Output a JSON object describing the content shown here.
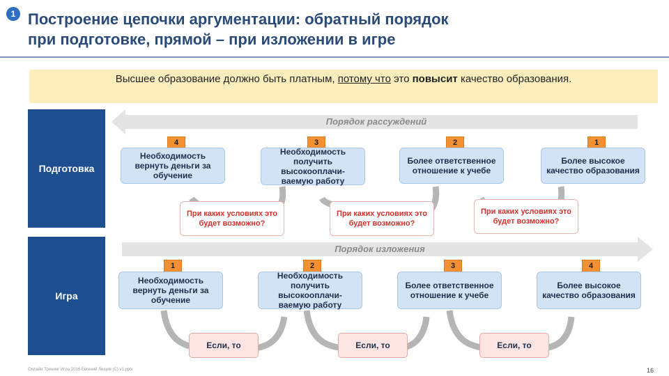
{
  "slide": {
    "badge": "1",
    "title_line1": "Построение цепочки аргументации: обратный порядок",
    "title_line2": "при подготовке, прямой – при изложении в игре",
    "thesis": {
      "part1": "Высшее образование должно быть платным, ",
      "underlined": "потому что",
      "part2": " это ",
      "bold": "повысит",
      "part3": "  качество образования."
    },
    "prep_label": "Подготовка",
    "game_label": "Игра",
    "prep_order": "Порядок рассуждений",
    "game_order": "Порядок изложения",
    "prep_steps": [
      {
        "num": "4",
        "text": "Необходимость вернуть деньги за обучение"
      },
      {
        "num": "3",
        "text": "Необходимость получить высокооплачи-ваемую работу"
      },
      {
        "num": "2",
        "text": "Более ответственное отношение к учебе"
      },
      {
        "num": "1",
        "text": "Более высокое качество образования"
      }
    ],
    "game_steps": [
      {
        "num": "1",
        "text": "Необходимость вернуть деньги за обучение"
      },
      {
        "num": "2",
        "text": "Необходимость получить высокооплачи-ваемую работу"
      },
      {
        "num": "3",
        "text": "Более ответственное отношение к учебе"
      },
      {
        "num": "4",
        "text": "Более высокое качество образования"
      }
    ],
    "question": "При каких условиях это будет возможно?",
    "if_then": "Если, то",
    "footer": "Онлайн Тренинг Игра 2016 Евгений Лещев (С) v1.pptx",
    "page_number": "16"
  },
  "colors": {
    "navy": "#1d4e8f",
    "title": "#2a4a78",
    "thesis_bg": "#fbeebc",
    "box_bg": "#d2e3f6",
    "badge_orange": "#f29033",
    "question_red": "#d4312b",
    "band_gray": "#e4e4e4"
  }
}
